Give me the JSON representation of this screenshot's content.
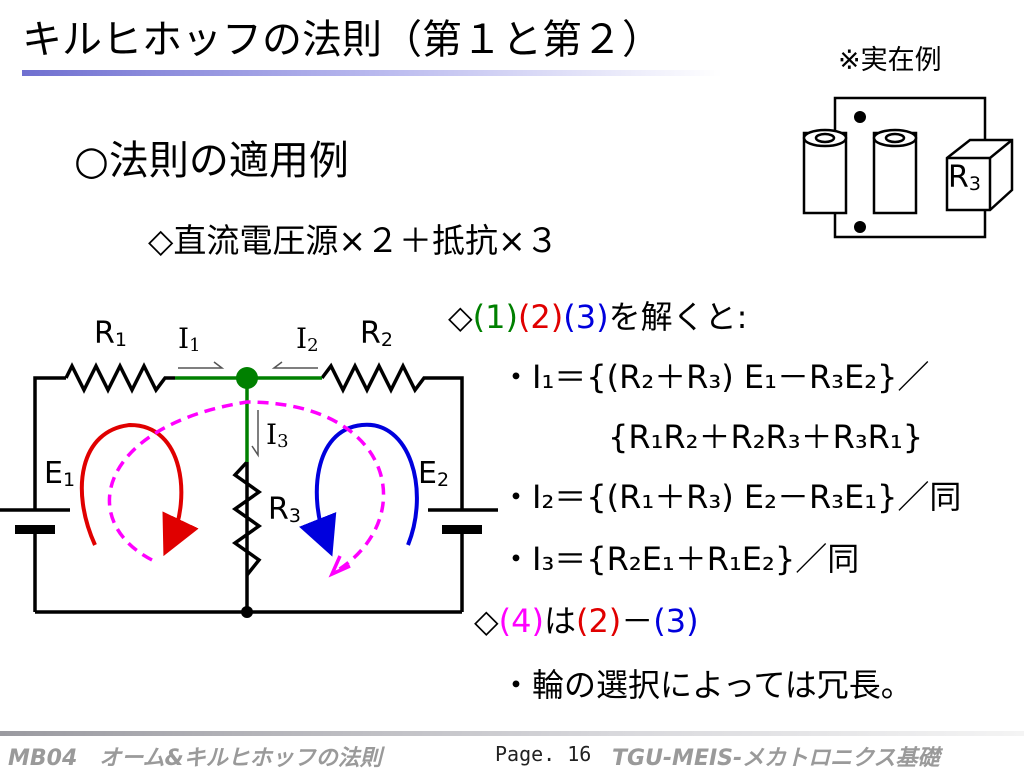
{
  "title": "キルヒホッフの法則（第１と第２）",
  "real_example_label": "※実在例",
  "heading": "○法則の適用例",
  "subheading": "◇直流電圧源×２＋抵抗×３",
  "circuit": {
    "r1": "R",
    "r1_sub": "1",
    "r2": "R",
    "r2_sub": "2",
    "r3": "R",
    "r3_sub": "3",
    "e1": "E",
    "e1_sub": "1",
    "e2": "E",
    "e2_sub": "2",
    "i1": "I",
    "i1_sub": "1",
    "i2": "I",
    "i2_sub": "2",
    "i3": "I",
    "i3_sub": "3",
    "photo_r3": "R",
    "photo_r3_sub": "3"
  },
  "colors": {
    "green": "#008000",
    "red": "#e00000",
    "blue": "#0000dd",
    "magenta": "#ff00ff"
  },
  "solve": {
    "prefix": "◇",
    "p1": "(1)",
    "p2": "(2)",
    "p3": "(3)",
    "suffix": "を解くと:"
  },
  "eq1a": "・I₁＝{(R₂＋R₃) E₁－R₃E₂}／",
  "eq1b": "{R₁R₂＋R₂R₃＋R₃R₁}",
  "eq2": "・I₂＝{(R₁＋R₃) E₂－R₃E₁}／同",
  "eq3": "・I₃＝{R₂E₁＋R₁E₂}／同",
  "note": {
    "prefix": "◇",
    "p4": "(4)",
    "mid": "は",
    "p2": "(2)",
    "minus": "－",
    "p3": "(3)"
  },
  "note2": "・輪の選択によっては冗長。",
  "footer": {
    "left": "MB04　オーム&キルヒホッフの法則",
    "page": "Page. 16",
    "right": "TGU-MEIS-メカトロニクス基礎"
  }
}
